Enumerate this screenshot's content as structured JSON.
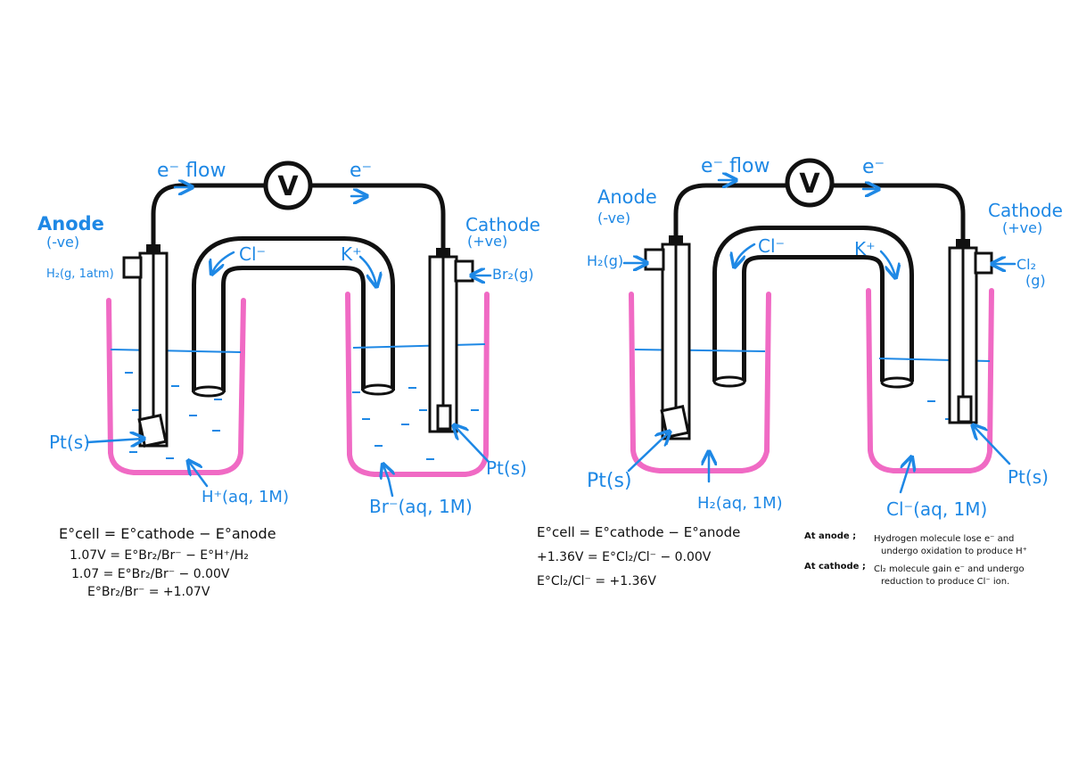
{
  "colors": {
    "annotation": "#1e88e5",
    "beaker": "#f06ac4",
    "ink": "#111111"
  },
  "cells": [
    {
      "meter": "V",
      "electron_flow": "e⁻ flow",
      "electron_right": "e⁻",
      "anode_label": "Anode",
      "anode_sign": "(-ve)",
      "cathode_label": "Cathode",
      "cathode_sign": "(+ve)",
      "anion": "Cl⁻",
      "cation": "K⁺",
      "gas_left": "H₂(g, 1atm)",
      "gas_right": "Br₂(g)",
      "electrode_left": "Pt(s)",
      "electrode_right": "Pt(s)",
      "solution_left": "H⁺(aq, 1M)",
      "solution_right": "Br⁻(aq, 1M)",
      "equations": [
        "E°cell = E°cathode − E°anode",
        "1.07V = E°Br₂/Br⁻ − E°H⁺/H₂",
        "1.07 = E°Br₂/Br⁻ − 0.00V",
        "E°Br₂/Br⁻ = +1.07V"
      ]
    },
    {
      "meter": "V",
      "electron_flow": "e⁻ flow",
      "electron_right": "e⁻",
      "anode_label": "Anode",
      "anode_sign": "(-ve)",
      "cathode_label": "Cathode",
      "cathode_sign": "(+ve)",
      "anion": "Cl⁻",
      "cation": "K⁺",
      "gas_left": "H₂(g)",
      "gas_right": "Cl₂",
      "gas_right_state": "(g)",
      "electrode_left": "Pt(s)",
      "electrode_right": "Pt(s)",
      "solution_left": "H₂(aq, 1M)",
      "solution_right": "Cl⁻(aq, 1M)",
      "equations": [
        "E°cell = E°cathode − E°anode",
        "+1.36V = E°Cl₂/Cl⁻ − 0.00V",
        "E°Cl₂/Cl⁻ = +1.36V"
      ],
      "notes": [
        {
          "title": "At anode ;",
          "lines": [
            "Hydrogen molecule lose e⁻ and",
            "undergo oxidation to produce H⁺"
          ]
        },
        {
          "title": "At cathode ;",
          "lines": [
            "Cl₂ molecule gain e⁻ and undergo",
            "reduction to produce Cl⁻ ion."
          ]
        }
      ]
    }
  ]
}
